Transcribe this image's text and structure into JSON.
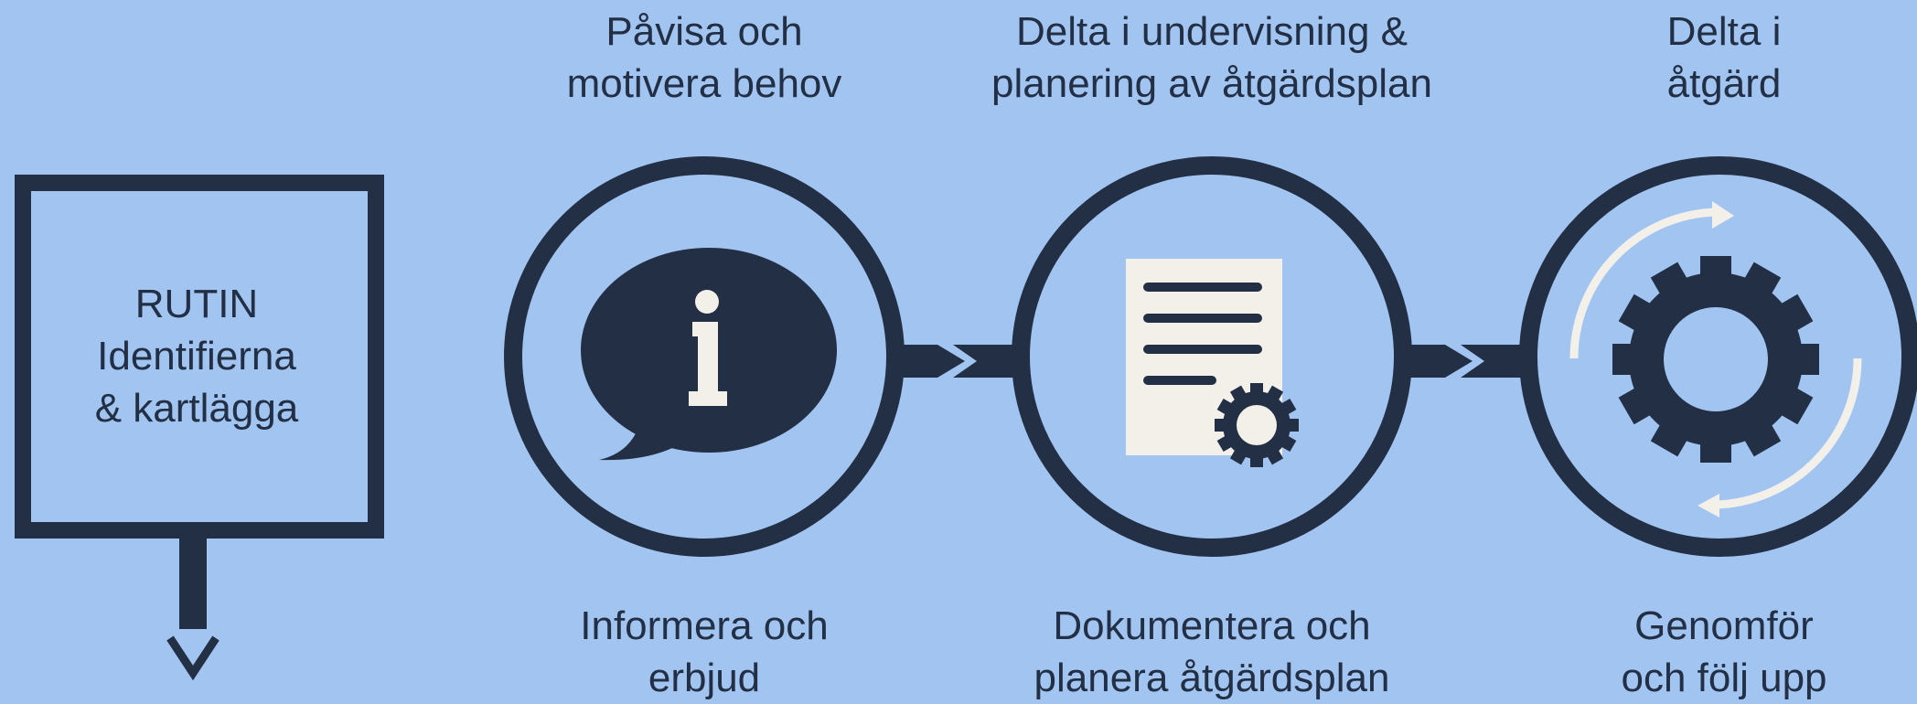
{
  "routine": {
    "line1": "RUTIN",
    "line2": "Identifierna",
    "line3": "& kartlägga"
  },
  "steps": [
    {
      "top": [
        "Påvisa och",
        "motivera behov"
      ],
      "bottom": [
        "Informera och",
        "erbjud"
      ],
      "icon": "info-speech-bubble-icon"
    },
    {
      "top": [
        "Delta i undervisning &",
        "planering av åtgärdsplan"
      ],
      "bottom": [
        "Dokumentera och",
        "planera åtgärdsplan"
      ],
      "icon": "document-gear-icon"
    },
    {
      "top": [
        "Delta i",
        "åtgärd"
      ],
      "bottom": [
        "Genomför",
        "och följ upp"
      ],
      "icon": "gear-cycle-icon"
    }
  ],
  "colors": {
    "background": "#a2c4f1",
    "dark": "#222f44",
    "light": "#f3f0ea"
  }
}
